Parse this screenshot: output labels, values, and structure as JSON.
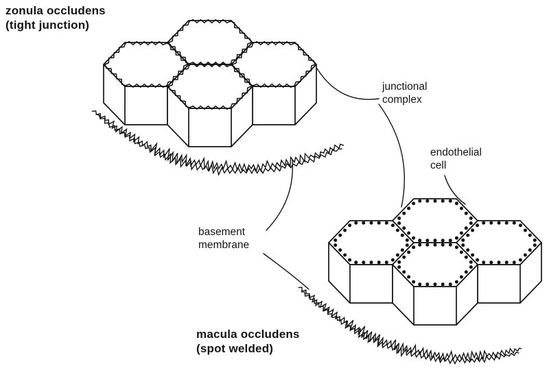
{
  "figure": {
    "ink": "#141414",
    "background": "#ffffff"
  },
  "labels": {
    "zonula": {
      "line1": "zonula occludens",
      "line2": "(tight junction)"
    },
    "junctional": {
      "line1": "junctional",
      "line2": "complex"
    },
    "endothelial": {
      "line1": "endothelial",
      "line2": "cell"
    },
    "basement": {
      "line1": "basement",
      "line2": "membrane"
    },
    "macula": {
      "line1": "macula occludens",
      "line2": "(spot welded)"
    }
  },
  "diagram": {
    "top_cluster": {
      "id": "zonula-occludens-cluster",
      "junction_style": "zigzag",
      "cell_count": 4
    },
    "bottom_cluster": {
      "id": "macula-occludens-cluster",
      "junction_style": "dots",
      "cell_count": 4
    },
    "basement_membrane_count": 2
  }
}
